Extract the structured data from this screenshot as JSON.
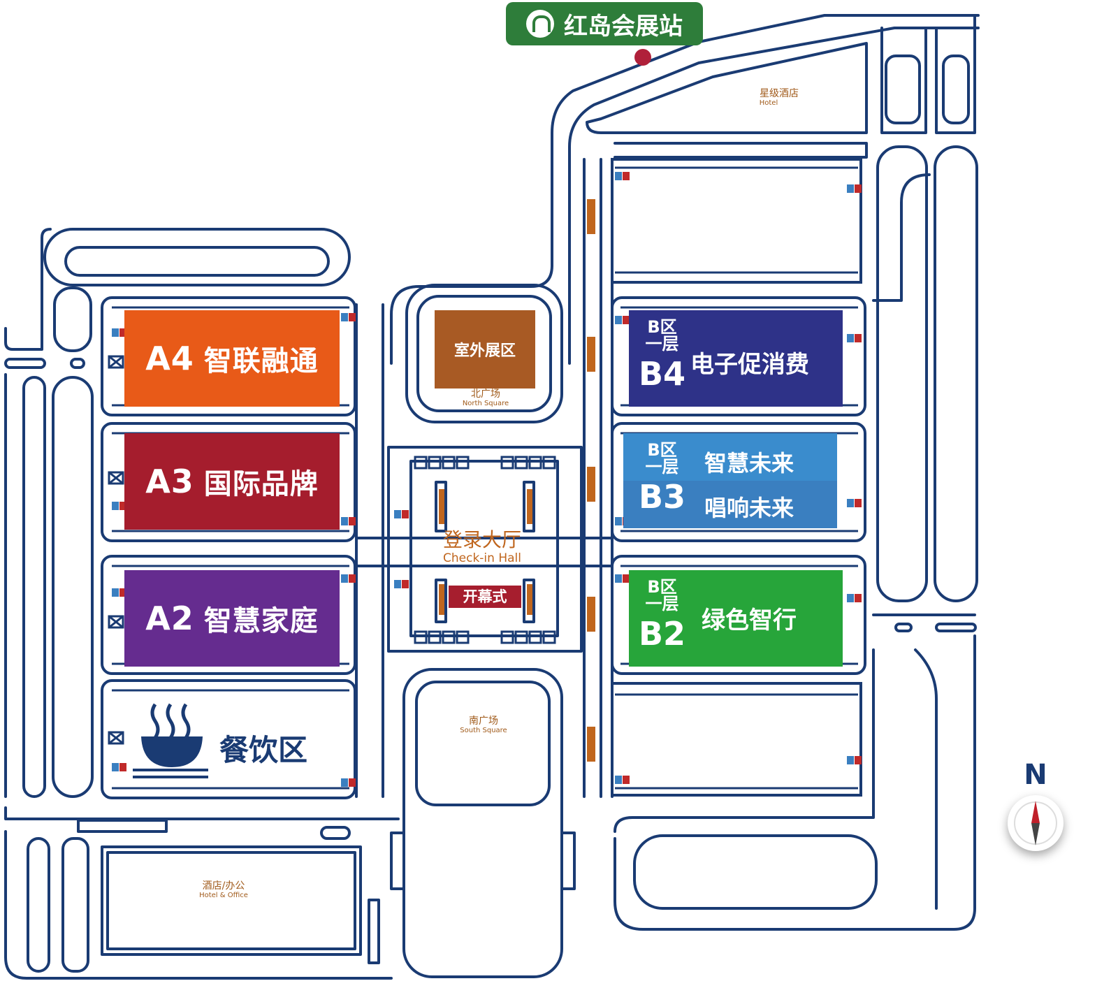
{
  "station": {
    "name": "红岛会展站",
    "icon": "metro-logo-icon",
    "color": "#2e7d3a"
  },
  "zones_a": [
    {
      "id": "a4",
      "code": "A4",
      "name": "智联融通",
      "color": "#e85a18"
    },
    {
      "id": "a3",
      "code": "A3",
      "name": "国际品牌",
      "color": "#a51d2d"
    },
    {
      "id": "a2",
      "code": "A2",
      "name": "智慧家庭",
      "color": "#652c8f"
    }
  ],
  "zones_b": [
    {
      "id": "b4",
      "area": "B区",
      "floor": "一层",
      "code": "B4",
      "name": "电子促消费",
      "color": "#2e3288"
    },
    {
      "id": "b3",
      "area": "B区",
      "floor": "一层",
      "code": "B3",
      "name_top": "智慧未来",
      "name_bottom": "唱响未来",
      "color_top": "#3a8ccd",
      "color_bottom": "#3a7fc0"
    },
    {
      "id": "b2",
      "area": "B区",
      "floor": "一层",
      "code": "B2",
      "name": "绿色智行",
      "color": "#27a53a"
    }
  ],
  "food": {
    "name": "餐饮区",
    "icon": "bowl-icon"
  },
  "outdoor": {
    "name": "室外展区",
    "color": "#a85a24"
  },
  "north_square": {
    "zh": "北广场",
    "en": "North Square"
  },
  "south_square": {
    "zh": "南广场",
    "en": "South Square"
  },
  "hotel": {
    "zh": "星级酒店",
    "en": "Hotel"
  },
  "hotel_office": {
    "zh": "酒店/办公",
    "en": "Hotel & Office"
  },
  "checkin": {
    "zh": "登录大厅",
    "en": "Check-in Hall"
  },
  "opening": {
    "name": "开幕式",
    "color": "#a61e2e"
  },
  "compass": {
    "label": "N",
    "icon": "compass-icon"
  },
  "colors": {
    "road": "#1a3b73",
    "label_brown": "#a05a1a"
  }
}
